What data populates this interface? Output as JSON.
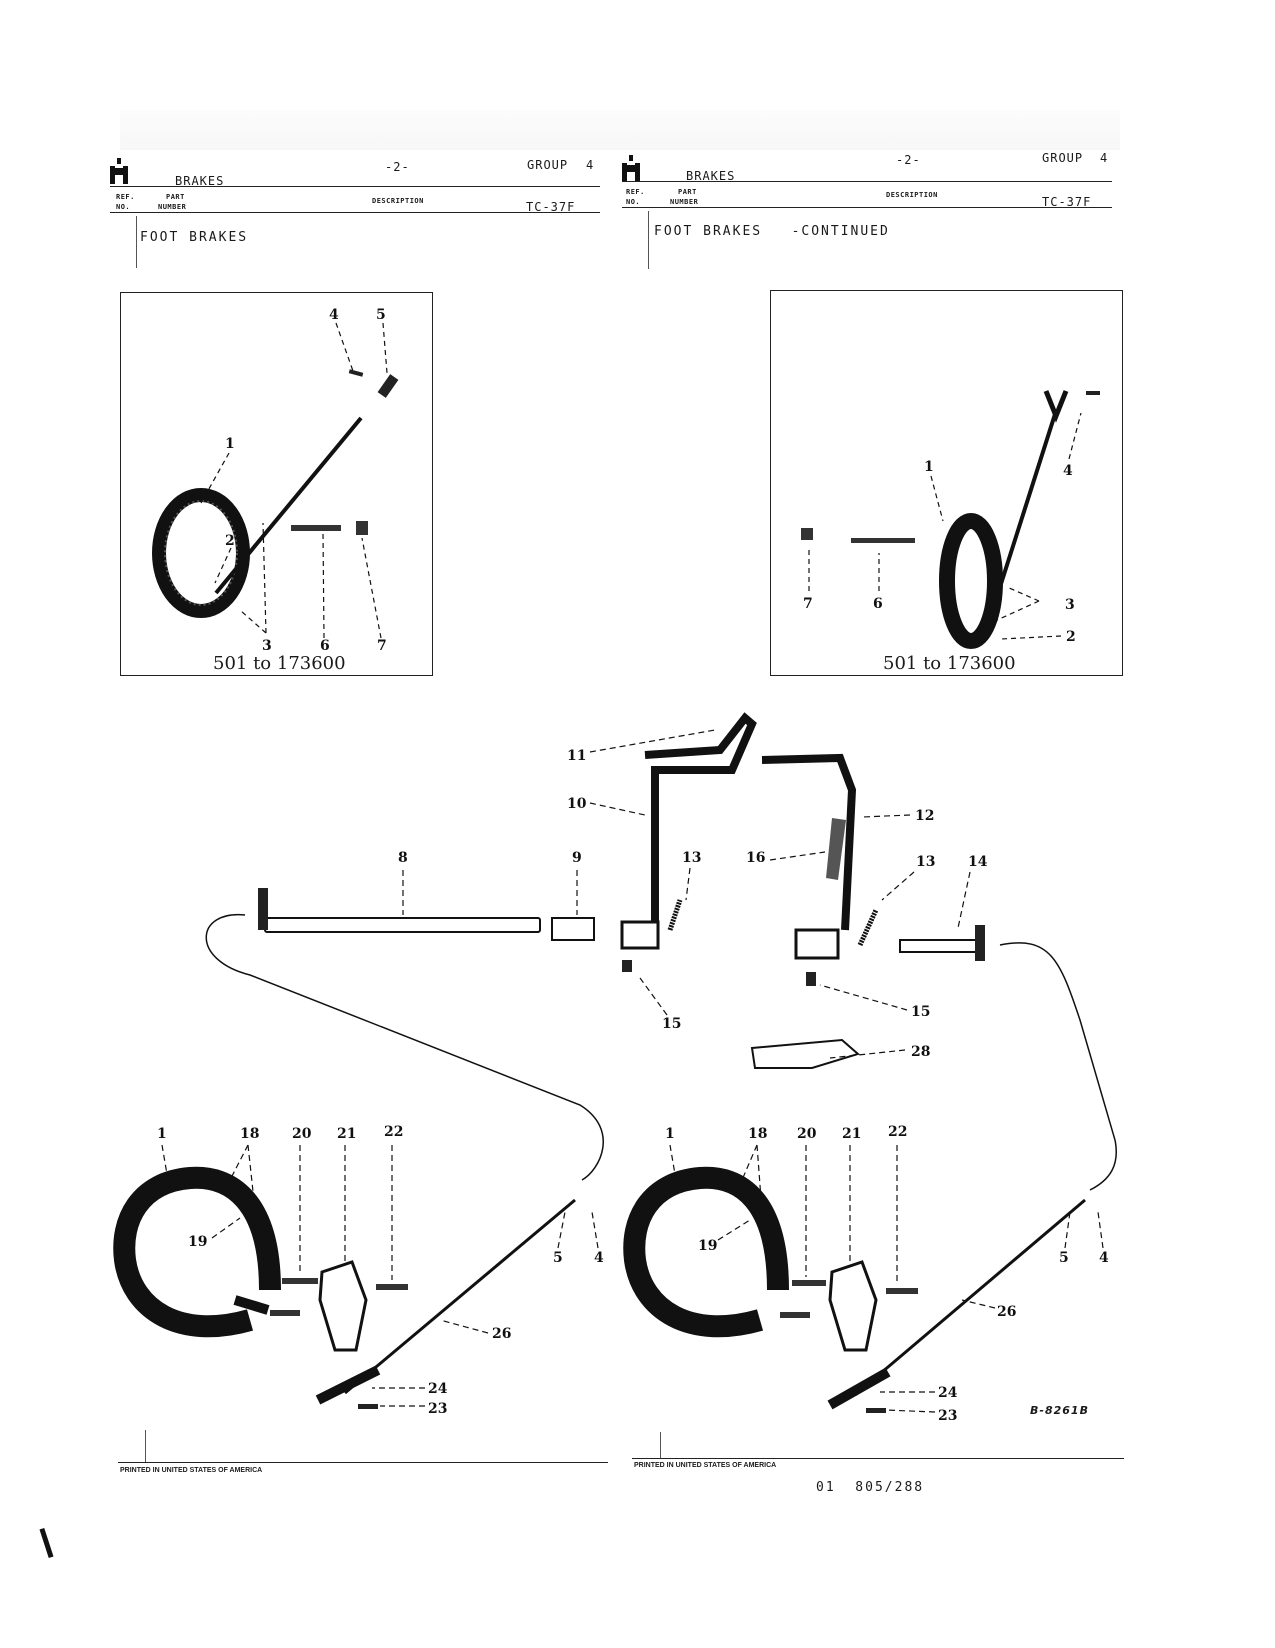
{
  "left_page": {
    "section_title": "BRAKES",
    "page_number": "-2-",
    "group_label": "GROUP",
    "group_number": "4",
    "col_ref_no_top": "REF.",
    "col_ref_no_bottom": "NO.",
    "col_part_number_top": "PART",
    "col_part_number_bottom": "NUMBER",
    "col_description": "DESCRIPTION",
    "catalog_code": "TC-37F",
    "subsection": "FOOT BRAKES",
    "figure_caption": "501 to 173600",
    "footer": "PRINTED IN UNITED STATES OF AMERICA"
  },
  "right_page": {
    "section_title": "BRAKES",
    "page_number": "-2-",
    "group_label": "GROUP",
    "group_number": "4",
    "col_ref_no_top": "REF.",
    "col_ref_no_bottom": "NO.",
    "col_part_number_top": "PART",
    "col_part_number_bottom": "NUMBER",
    "col_description": "DESCRIPTION",
    "catalog_code": "TC-37F",
    "subsection": "FOOT BRAKES   -CONTINUED",
    "figure_caption": "501 to 173600",
    "footer": "PRINTED IN UNITED STATES OF AMERICA"
  },
  "figure_left_callouts": [
    "1",
    "2",
    "3",
    "4",
    "5",
    "6",
    "7"
  ],
  "figure_right_callouts": [
    "1",
    "2",
    "3",
    "4",
    "6",
    "7"
  ],
  "lower_callouts": [
    "8",
    "9",
    "10",
    "11",
    "12",
    "13",
    "13",
    "14",
    "15",
    "15",
    "16",
    "28",
    "1",
    "18",
    "19",
    "20",
    "21",
    "22",
    "5",
    "4",
    "26",
    "24",
    "23",
    "1",
    "18",
    "19",
    "20",
    "21",
    "22",
    "5",
    "4",
    "26",
    "24",
    "23"
  ],
  "drawing_number": "B-8261B",
  "page_code": "01  805/288"
}
